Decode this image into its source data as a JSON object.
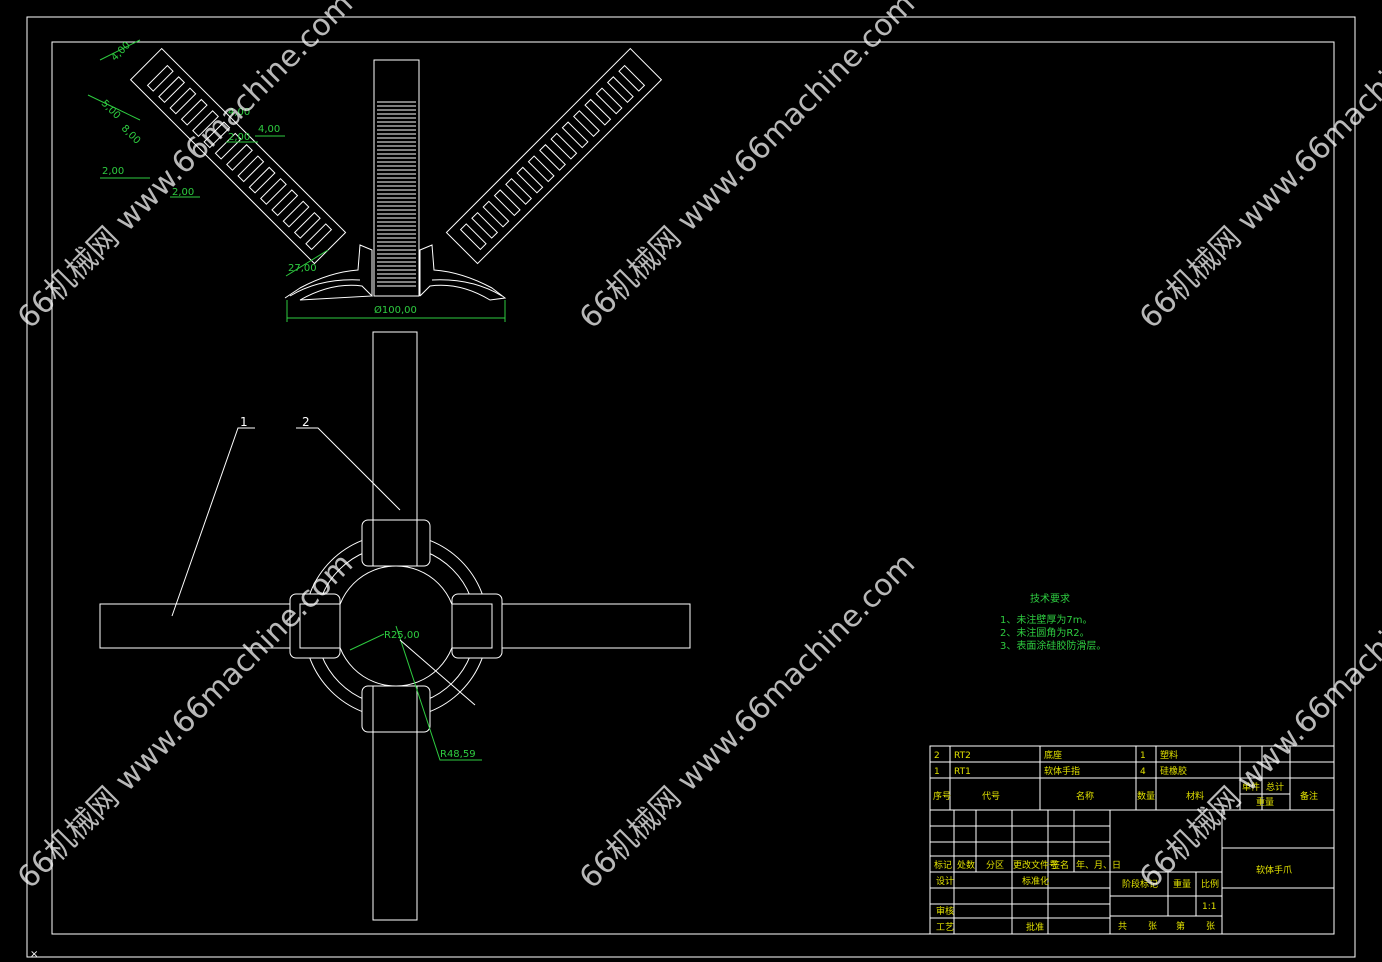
{
  "dimensions": {
    "d1": "4,00",
    "d2": "5,00",
    "d3": "8,00",
    "d4": "4,00",
    "d5": "2,00",
    "d6": "4,00",
    "d7": "2,00",
    "d8": "2,00",
    "angle": "27,00",
    "diameter": "Ø100,00",
    "r1": "R25,00",
    "r2": "R48,59"
  },
  "leaders": {
    "item1": "1",
    "item2": "2"
  },
  "tech": {
    "title": "技术要求",
    "lines": [
      "1、未注壁厚为7m。",
      "2、未注圆角为R2。",
      "3、表面涂硅胶防滑层。"
    ]
  },
  "bom": {
    "rows": [
      {
        "no": "2",
        "code": "RT2",
        "name": "底座",
        "qty": "1",
        "material": "塑料"
      },
      {
        "no": "1",
        "code": "RT1",
        "name": "软体手指",
        "qty": "4",
        "material": "硅橡胶"
      }
    ],
    "header": {
      "no": "序号",
      "code": "代号",
      "name": "名称",
      "qty": "数量",
      "material": "材料",
      "single": "单件",
      "total": "总计",
      "weight": "重量",
      "remark": "备注"
    }
  },
  "title_block": {
    "rev_labels": [
      "标记",
      "处数",
      "分区",
      "更改文件号",
      "签名",
      "年、月、日"
    ],
    "design": "设计",
    "standard": "标准化",
    "stage": "阶段标记",
    "weight": "重量",
    "scale": "比例",
    "scale_value": "1:1",
    "review": "审核",
    "process": "工艺",
    "approve": "批准",
    "sheets": [
      "共",
      "张",
      "第",
      "张"
    ],
    "drawing_name": "软体手爪"
  },
  "watermark": "66机械网 www.66machine.com"
}
